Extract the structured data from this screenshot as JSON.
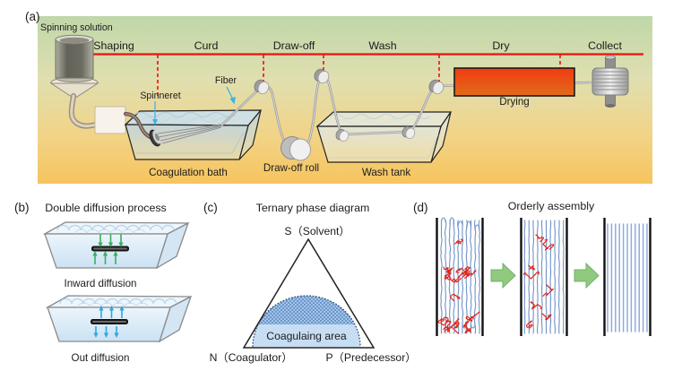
{
  "colors": {
    "background_top": "#bfd7a9",
    "background_bottom": "#f6c45e",
    "process_line_red": "#ee1010",
    "drying_top": "#f23b12",
    "drying_bottom": "#e06c1a",
    "pointer_cyan": "#3ab5e8",
    "inward_arrow_green": "#35b060",
    "outward_arrow_blue": "#2fa8e0",
    "assembly_line_blue": "#6e92c8",
    "defect_red": "#e0251c",
    "assembly_arrow_green": "#8fca7e",
    "coagulating_dome_blue": "#b3d0ec"
  },
  "panel_a": {
    "label": "(a)",
    "stage_shaping": "Shaping",
    "stage_curd": "Curd",
    "stage_draw_off": "Draw-off",
    "stage_wash": "Wash",
    "stage_dry": "Dry",
    "stage_collect": "Collect",
    "spinning_solution_label": "Spinning solution",
    "spinneret_label": "Spinneret",
    "fiber_label": "Fiber",
    "coagulation_bath_label": "Coagulation bath",
    "draw_off_roll_label": "Draw-off roll",
    "wash_tank_label": "Wash tank",
    "drying_label": "Drying"
  },
  "panel_b": {
    "label": "(b)",
    "title": "Double diffusion process",
    "inward_caption": "Inward diffusion",
    "outward_caption": "Out diffusion"
  },
  "panel_c": {
    "label": "(c)",
    "title": "Ternary phase diagram",
    "vertex_top": "S（Solvent）",
    "vertex_bottom_left": "N（Coagulator）",
    "vertex_bottom_right": "P（Predecessor）",
    "region_label": "Coagulaing area"
  },
  "panel_d": {
    "label": "(d)",
    "title": "Orderly assembly"
  }
}
